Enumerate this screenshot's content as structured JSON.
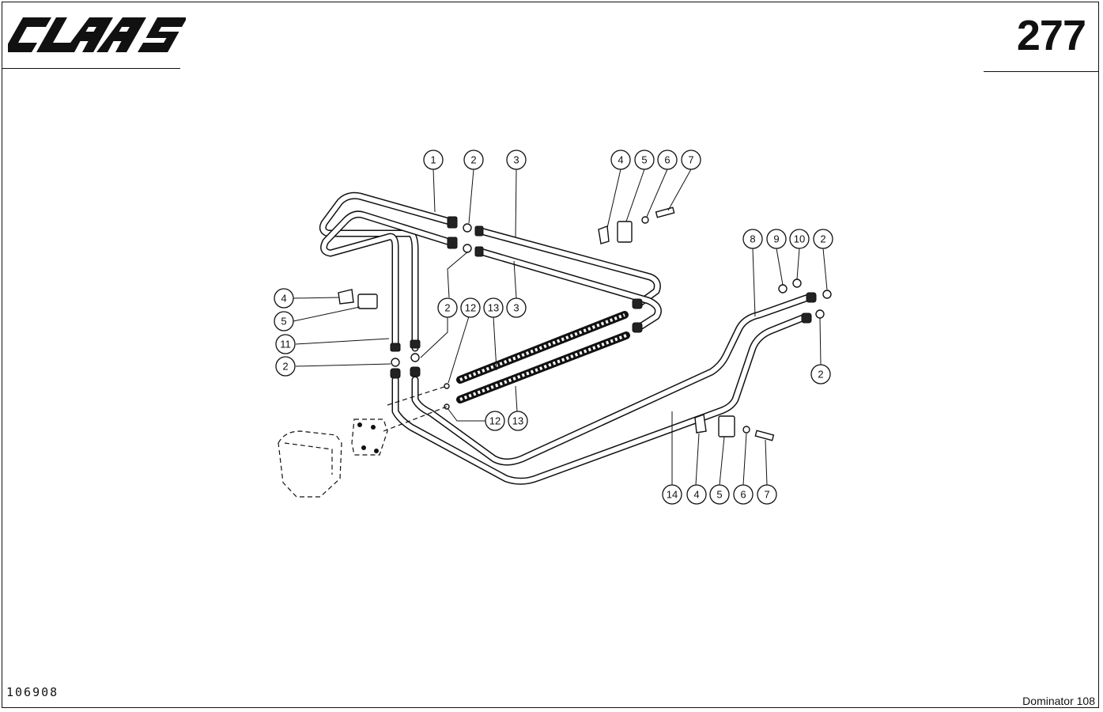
{
  "header": {
    "logo_text": "CLAAS",
    "page_number": "277"
  },
  "footer": {
    "drawing_number": "106908",
    "model": "Dominator 108"
  },
  "callouts": [
    {
      "id": "c1",
      "label": "1"
    },
    {
      "id": "c2a",
      "label": "2"
    },
    {
      "id": "c3a",
      "label": "3"
    },
    {
      "id": "c4a",
      "label": "4"
    },
    {
      "id": "c5a",
      "label": "5"
    },
    {
      "id": "c6a",
      "label": "6"
    },
    {
      "id": "c7a",
      "label": "7"
    },
    {
      "id": "c8",
      "label": "8"
    },
    {
      "id": "c9",
      "label": "9"
    },
    {
      "id": "c10",
      "label": "10"
    },
    {
      "id": "c2b",
      "label": "2"
    },
    {
      "id": "c4b",
      "label": "4"
    },
    {
      "id": "c5b",
      "label": "5"
    },
    {
      "id": "c11",
      "label": "11"
    },
    {
      "id": "c2c",
      "label": "2"
    },
    {
      "id": "c2d",
      "label": "2"
    },
    {
      "id": "c12a",
      "label": "12"
    },
    {
      "id": "c13a",
      "label": "13"
    },
    {
      "id": "c3b",
      "label": "3"
    },
    {
      "id": "c2e",
      "label": "2"
    },
    {
      "id": "c12b",
      "label": "12"
    },
    {
      "id": "c13b",
      "label": "13"
    },
    {
      "id": "c14",
      "label": "14"
    },
    {
      "id": "c4c",
      "label": "4"
    },
    {
      "id": "c5c",
      "label": "5"
    },
    {
      "id": "c6c",
      "label": "6"
    },
    {
      "id": "c7c",
      "label": "7"
    }
  ]
}
